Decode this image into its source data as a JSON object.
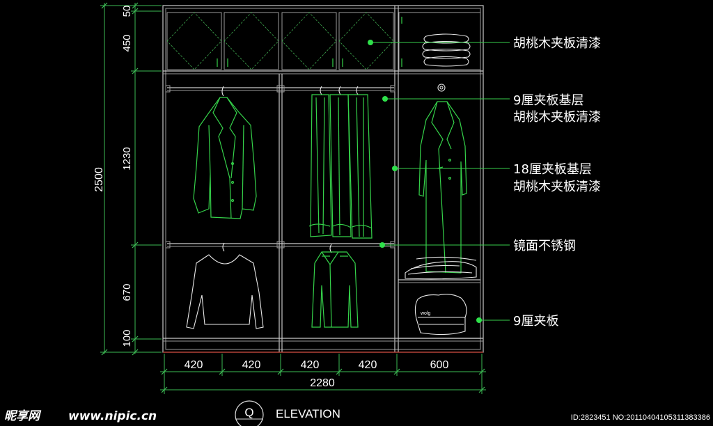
{
  "colors": {
    "background": "#000000",
    "dimension_green": "#3dbb55",
    "clothing_green": "#35d24a",
    "frame": "#c9c9c9",
    "leader_dot": "#2ee04a",
    "baseline_red": "#c0392b"
  },
  "dimensions": {
    "vertical_overall": "2500",
    "vertical_segments": [
      "50",
      "450",
      "1230",
      "670",
      "100"
    ],
    "horizontal_segments": [
      "420",
      "420",
      "420",
      "420",
      "600"
    ],
    "horizontal_overall": "2280"
  },
  "annotations": [
    {
      "lines": [
        "胡桃木夹板清漆"
      ]
    },
    {
      "lines": [
        "9厘夹板基层",
        "胡桃木夹板清漆"
      ]
    },
    {
      "lines": [
        "18厘夹板基层",
        "胡桃木夹板清漆"
      ]
    },
    {
      "lines": [
        "镜面不锈钢"
      ]
    },
    {
      "lines": [
        "9厘夹板"
      ]
    }
  ],
  "title_tag": {
    "symbol": "Q",
    "text": "ELEVATION"
  },
  "watermark": {
    "logo": "昵享网",
    "url": "www.nipic.cn",
    "id": "ID:2823451 NO:20110404105311383386"
  }
}
